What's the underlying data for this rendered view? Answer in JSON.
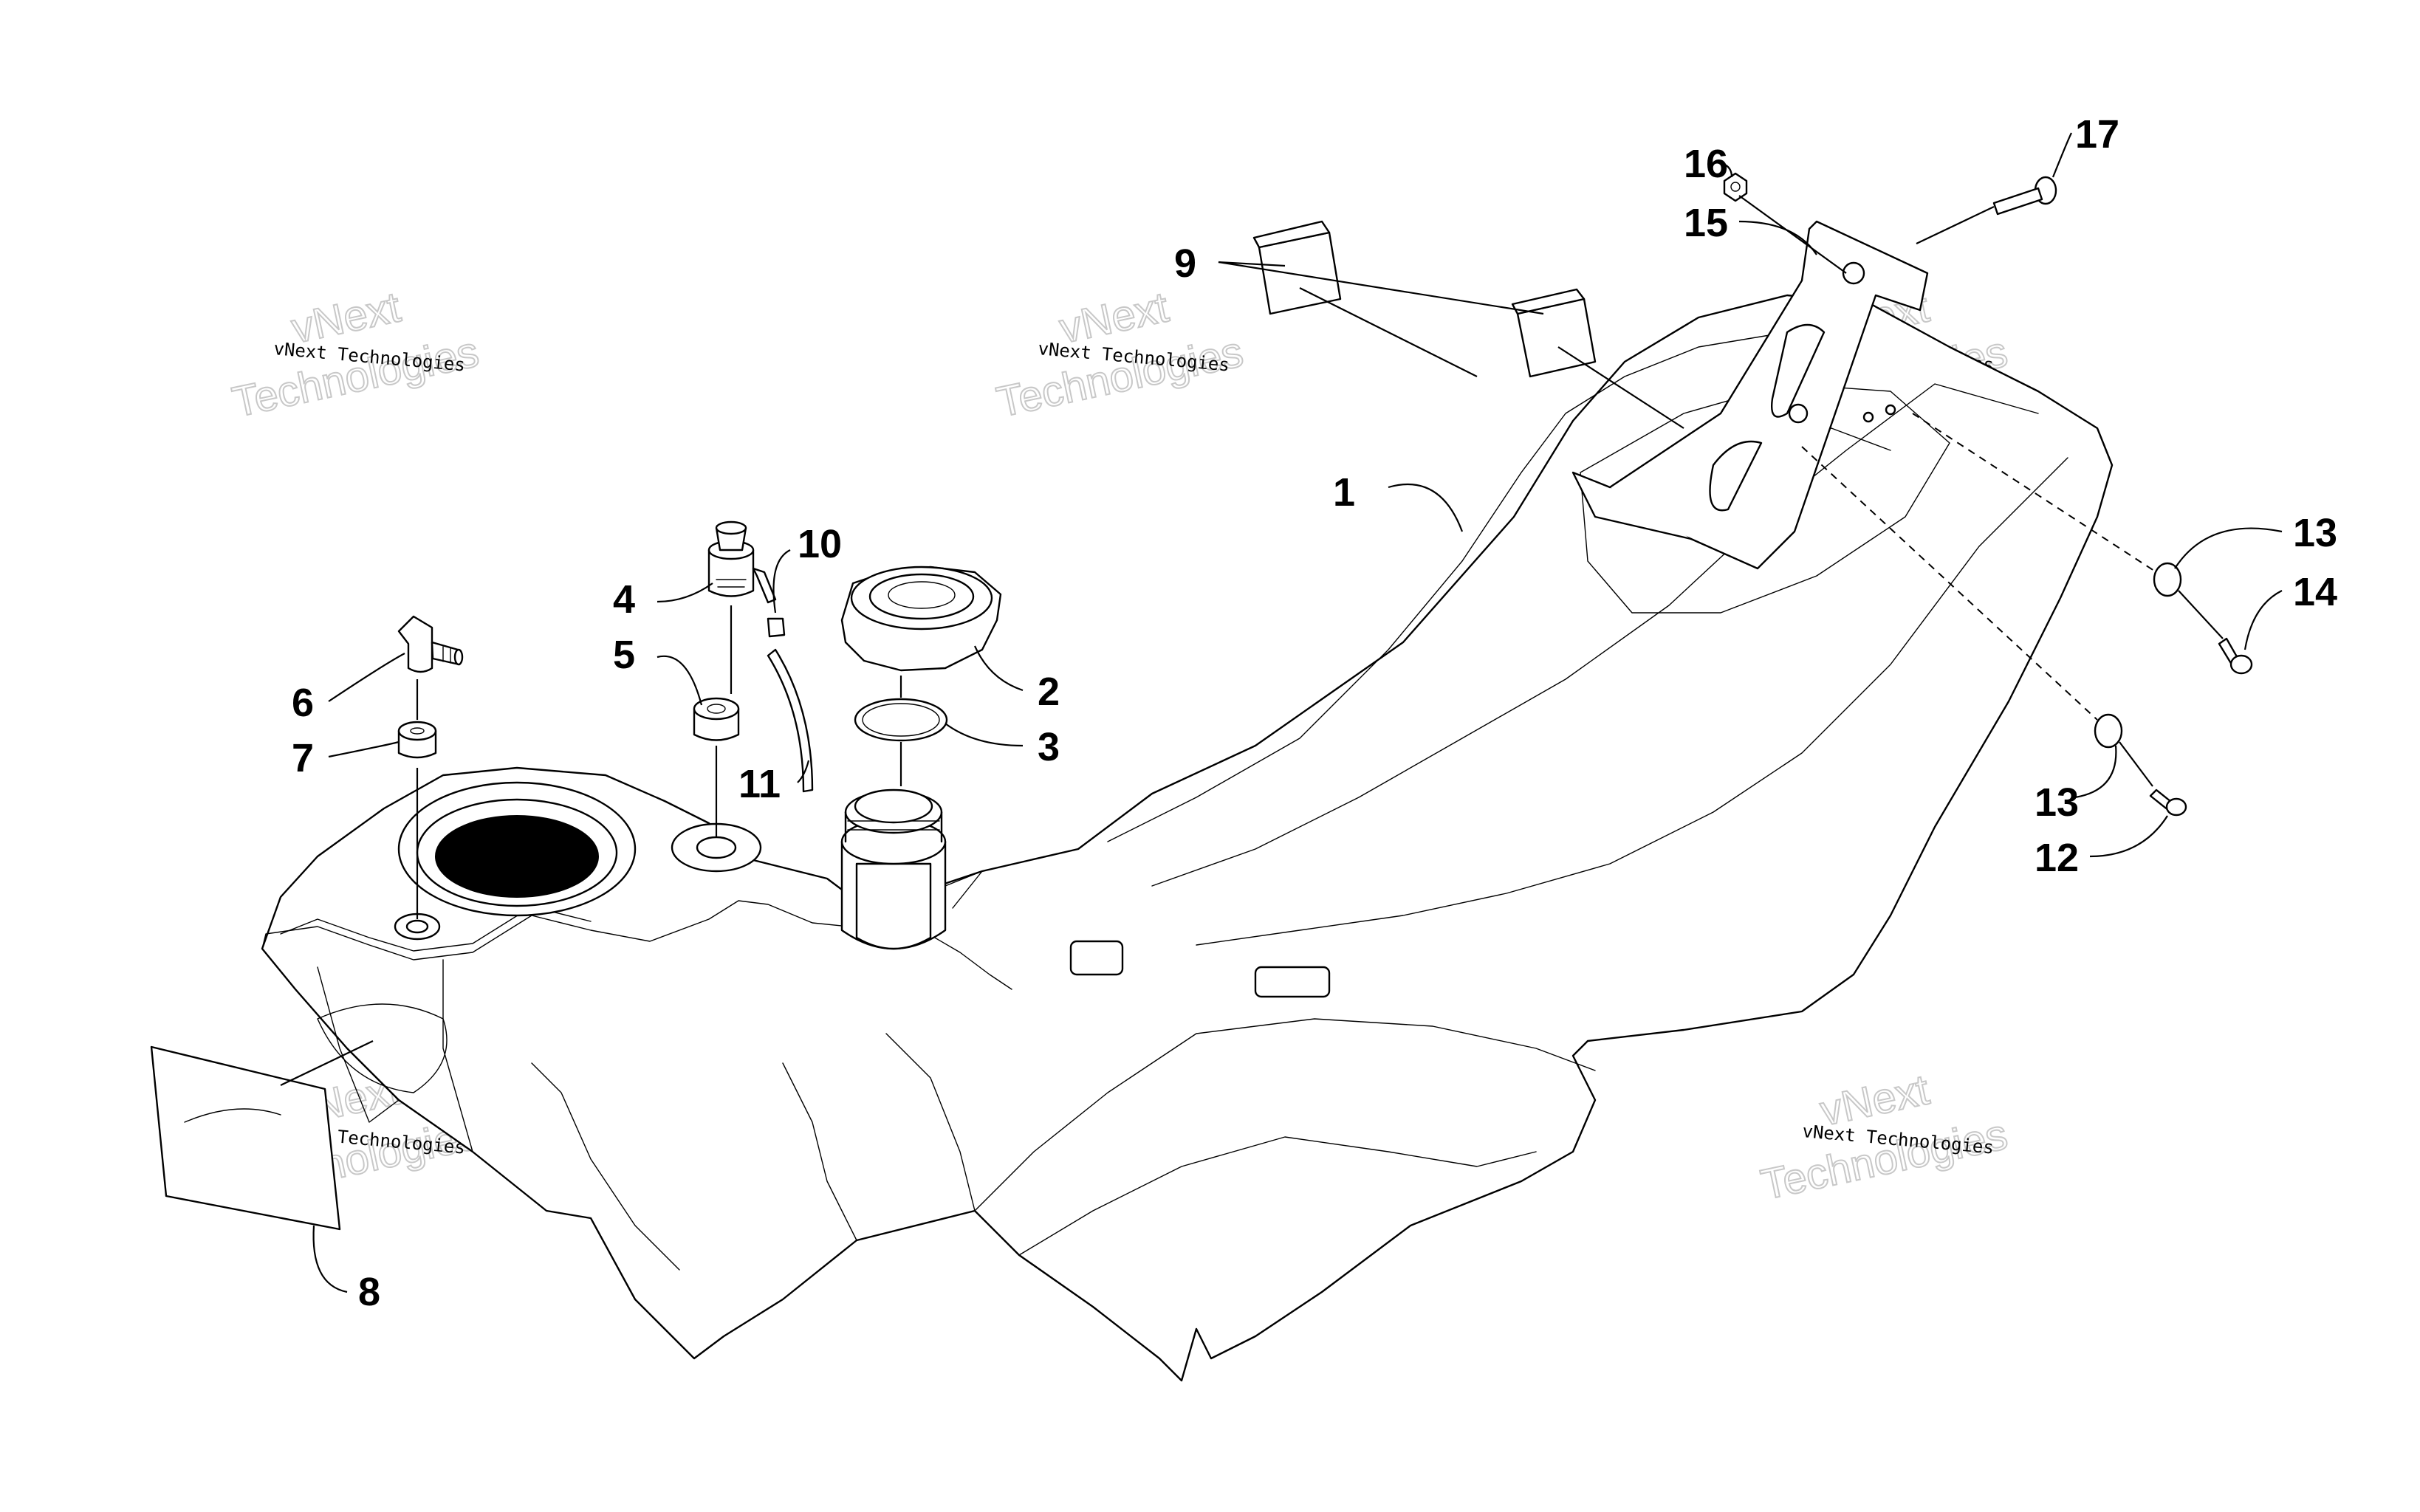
{
  "callouts": {
    "c1": "1",
    "c2": "2",
    "c3": "3",
    "c4": "4",
    "c5": "5",
    "c6": "6",
    "c7": "7",
    "c8": "8",
    "c9": "9",
    "c10": "10",
    "c11": "11",
    "c12": "12",
    "c13a": "13",
    "c13b": "13",
    "c14": "14",
    "c15": "15",
    "c16": "16",
    "c17": "17"
  },
  "watermark": {
    "line_small": "vNext Technologies",
    "line_big_1": "vNext",
    "line_big_2": "Technologies"
  },
  "colors": {
    "ink": "#000000",
    "watermark": "#c8c8c8",
    "background": "#ffffff"
  }
}
